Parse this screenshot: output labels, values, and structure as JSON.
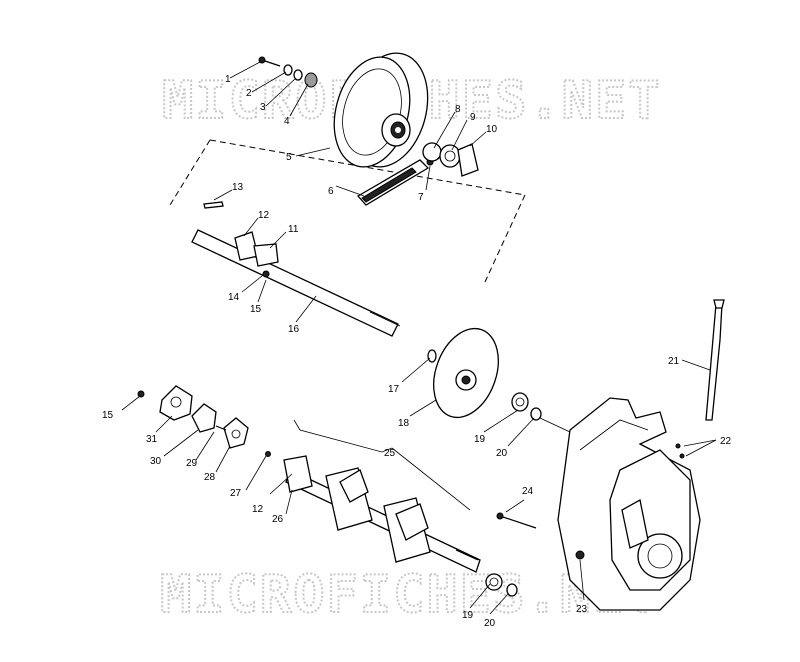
{
  "watermark": "MICROFICHES.NET",
  "callouts": [
    "1",
    "2",
    "3",
    "4",
    "5",
    "6",
    "7",
    "8",
    "9",
    "10",
    "11",
    "12",
    "13",
    "14",
    "15",
    "16",
    "17",
    "18",
    "19",
    "20",
    "21",
    "22",
    "23",
    "24",
    "25",
    "26",
    "27",
    "28",
    "29",
    "30",
    "31"
  ]
}
